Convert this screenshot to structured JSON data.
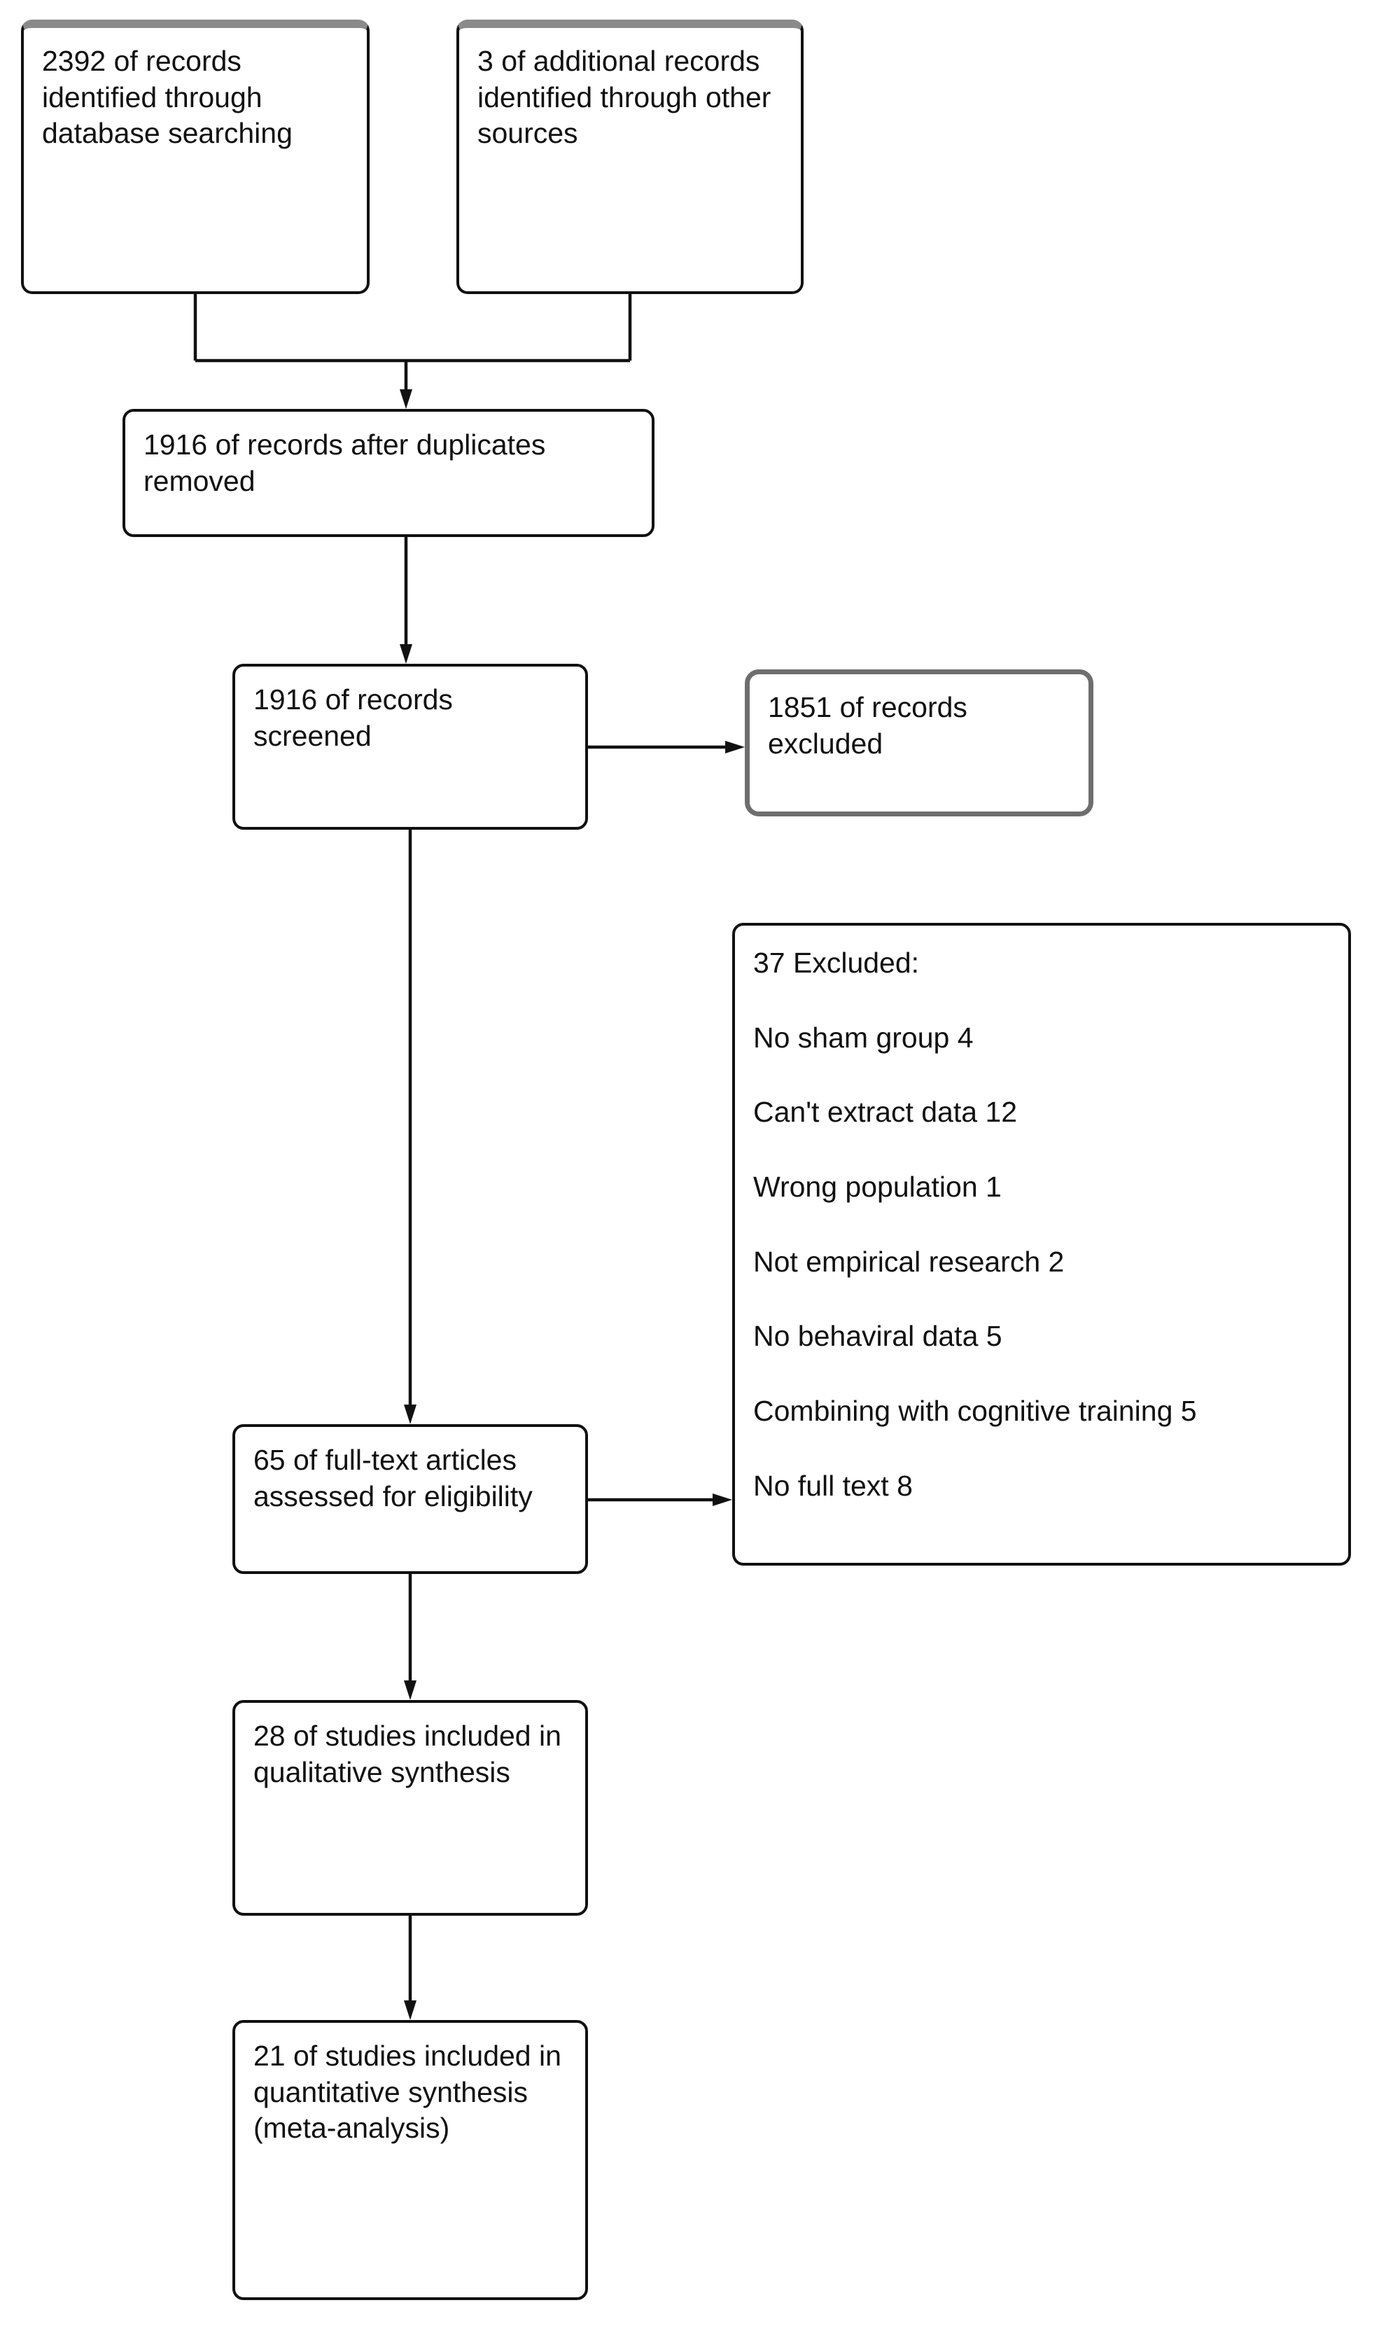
{
  "diagram_type": "study-selection-flowchart",
  "boxes": {
    "identified_database": {
      "text": "2392 of records identified through database searching"
    },
    "identified_other": {
      "text": "3 of additional records identified through other sources"
    },
    "after_duplicates": {
      "text": "1916 of records after duplicates removed"
    },
    "screened": {
      "text": "1916 of records screened"
    },
    "records_excluded": {
      "text": "1851 of records excluded"
    },
    "excluded_reasons": {
      "heading": "37 Excluded:",
      "items": [
        "No sham group 4",
        "Can't extract data 12",
        "Wrong population 1",
        "Not empirical research 2",
        "No behaviral data 5",
        "Combining with cognitive training 5",
        "No full text 8"
      ]
    },
    "fulltext_assessed": {
      "text": "65 of full-text articles assessed for eligibility"
    },
    "qualitative": {
      "text": "28 of studies included in qualitative synthesis"
    },
    "quantitative": {
      "text": "21 of studies included in quantitative synthesis (meta-analysis)"
    }
  },
  "colors": {
    "background": "#ffffff",
    "box_fill": "#ffffff",
    "box_border": "#111111",
    "top_accent_gray": "#8a8a8a",
    "excluded_box_border": "#6e6e6e",
    "line": "#111111",
    "text": "#111111"
  }
}
